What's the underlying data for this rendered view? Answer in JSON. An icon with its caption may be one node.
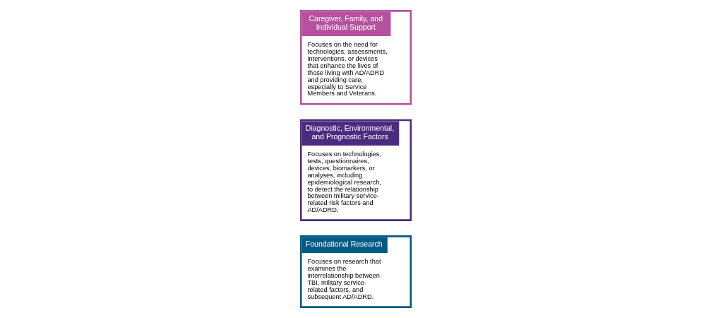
{
  "diagram": {
    "nodes": [
      {
        "text": [
          "Caregiver, Family, and Individual Support",
          "Focuses on the need for technologies, assessments, interventions, or devices that enhance the lives of those living with AD/ADRD and providing care, especially to Service Members and Veterans."
        ]
      },
      {
        "text": [
          "Diagnostic, Environmental, and Prognostic Factors",
          "Focuses on technologies, tests, questionnaires, devices, biomarkers, or analyses, including epidemiological research, to detect the relationship between military service-related risk factors and AD/ADRD."
        ]
      },
      {
        "text": [
          "Foundational Research",
          "Focuses on research that examines the interrelationship between TBI, military service-related factors, and subsequent AD/ADRD."
        ]
      }
    ]
  }
}
